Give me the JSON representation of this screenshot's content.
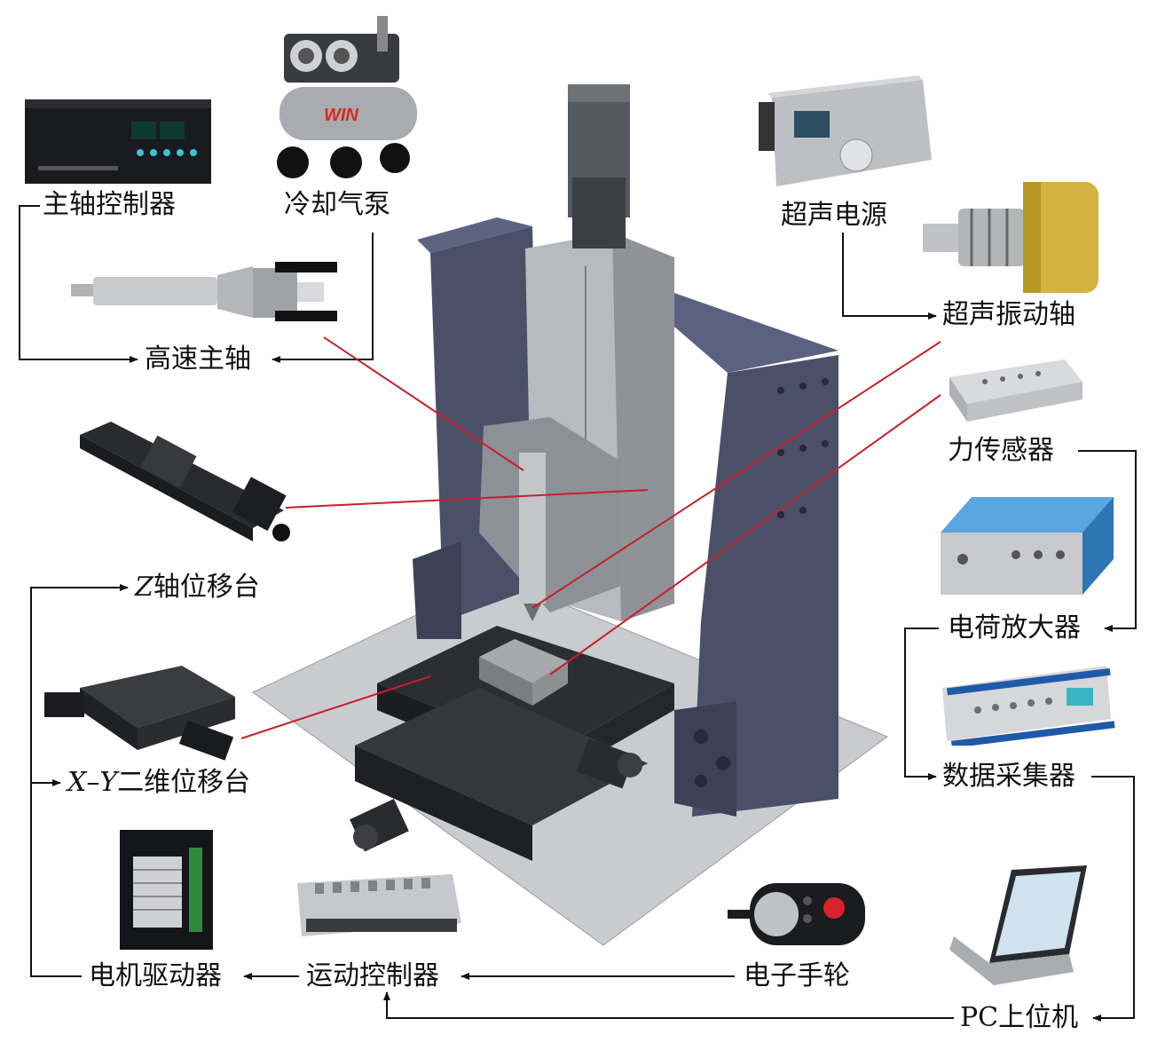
{
  "labels": {
    "spindle_controller": "主轴控制器",
    "cooling_pump": "冷却气泵",
    "high_speed_spindle": "高速主轴",
    "z_stage_axis": "Z",
    "z_stage_rest": "轴位移台",
    "xy_stage_x": "X",
    "xy_stage_dash": "–",
    "xy_stage_y": "Y",
    "xy_stage_rest": "二维位移台",
    "motor_driver": "电机驱动器",
    "motion_controller": "运动控制器",
    "handwheel": "电子手轮",
    "ultrasonic_power": "超声电源",
    "ultrasonic_spindle": "超声振动轴",
    "force_sensor": "力传感器",
    "charge_amplifier": "电荷放大器",
    "data_acquisition": "数据采集器",
    "pc_host": "PC上位机"
  },
  "product_marks": {
    "compressor_brand": "WIN"
  },
  "colors": {
    "arrow": "#111111",
    "leader_line": "#c8202a",
    "frame": "#4a4f66",
    "aluminum": "#b9bcc1"
  }
}
